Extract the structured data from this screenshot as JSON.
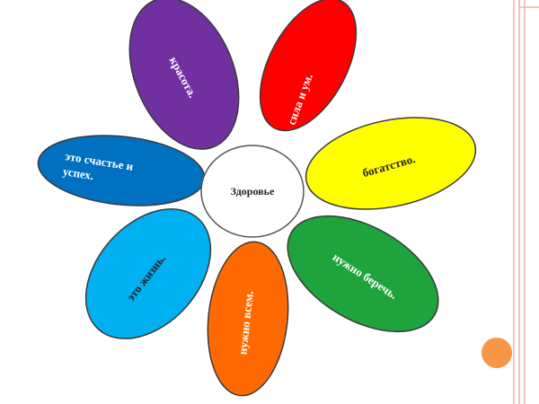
{
  "diagram": {
    "center": {
      "label": "Здоровье",
      "fill": "#ffffff",
      "stroke": "#555555"
    },
    "petals": [
      {
        "id": "beauty",
        "label": "красота.",
        "fill": "#7030a0",
        "text_color": "#ffffff"
      },
      {
        "id": "strength",
        "label": "сила и ум.",
        "fill": "#ff0000",
        "text_color": "#ffffff"
      },
      {
        "id": "wealth",
        "label": "богатство.",
        "fill": "#ffff00",
        "text_color": "#222222"
      },
      {
        "id": "protect",
        "label": "нужно беречь.",
        "fill": "#1fa33c",
        "text_color": "#ffffff"
      },
      {
        "id": "everyone",
        "label": "нужно всем.",
        "fill": "#ff6a00",
        "text_color": "#ffffff"
      },
      {
        "id": "life",
        "label": "это жизнь.",
        "fill": "#00b0f0",
        "text_color": "#222222"
      },
      {
        "id": "happiness",
        "label": "это счастье и успех.",
        "fill": "#0070c0",
        "text_color": "#ffffff"
      }
    ]
  },
  "decoration": {
    "orange_dot_fill": "#f79646",
    "frame_color": "#e8b5a8"
  }
}
